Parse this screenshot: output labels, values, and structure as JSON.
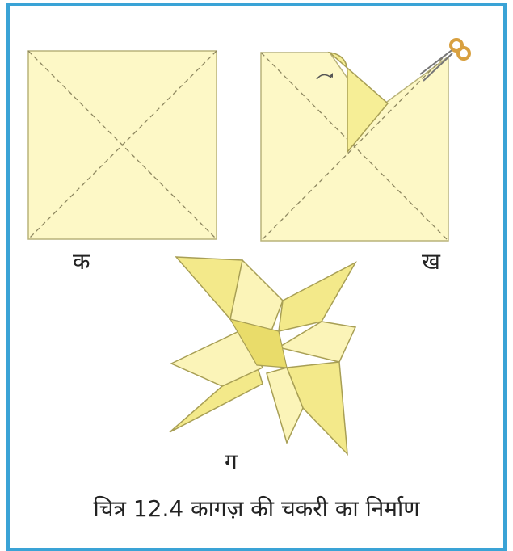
{
  "figure": {
    "labels": {
      "a": "क",
      "b": "ख",
      "c": "ग"
    },
    "caption": "चित्र 12.4 कागज़ की चकरी का निर्माण",
    "colors": {
      "frame": "#3aa3d6",
      "paper": "#fdf8c6",
      "paper_fold": "#f6ee96",
      "paper_dark": "#e9dc6a",
      "fold_line": "#8d8760",
      "scissors": "#d8a040"
    },
    "icons": [
      "scissors-icon"
    ]
  }
}
